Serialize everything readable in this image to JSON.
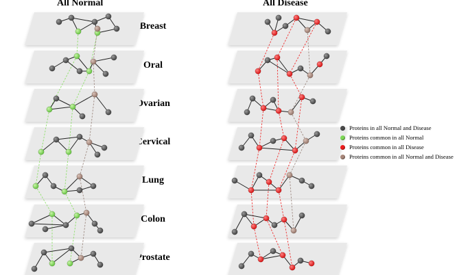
{
  "headers": {
    "normal": "All Normal",
    "disease": "All Disease"
  },
  "tissues": [
    "Breast",
    "Oral",
    "Ovarian",
    "Cervical",
    "Lung",
    "Colon",
    "Prostate"
  ],
  "colors": {
    "gray": "#4a4a4a",
    "green": "#7ed957",
    "red": "#ee1c1c",
    "brown": "#a8877a",
    "plane": "#e9e9e9",
    "edge": "#222222"
  },
  "legend": [
    {
      "color": "#4a4a4a",
      "label": "Proteins in all Normal and Disease"
    },
    {
      "color": "#7ed957",
      "label": "Proteins common in all Normal"
    },
    {
      "color": "#ee1c1c",
      "label": "Proteins common in all Disease"
    },
    {
      "color": "#a8877a",
      "label": "Proteins common in all Normal and Disease"
    }
  ]
}
